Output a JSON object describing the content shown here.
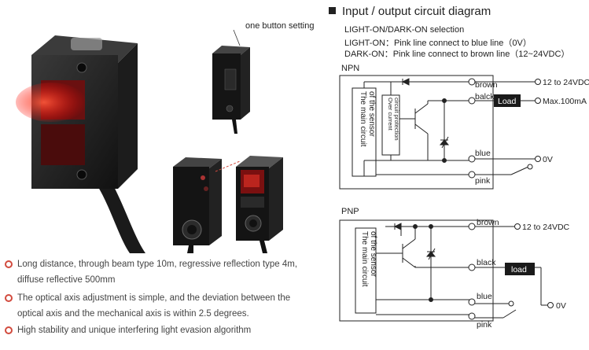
{
  "callout": {
    "label": "one button setting"
  },
  "features": [
    "Long distance, through beam type 10m, regressive reflection type 4m,",
    "diffuse reflective 500mm",
    "The optical axis adjustment is simple, and the deviation between the",
    "optical axis and the mechanical axis is within 2.5 degrees.",
    "High stability and unique interfering light evasion algorithm"
  ],
  "diagram": {
    "title": "Input / output circuit diagram",
    "lines": [
      "LIGHT-ON/DARK-ON selection",
      "LIGHT-ON：Pink line connect to blue line（0V）",
      "DARK-ON：Pink line connect to brown line（12~24VDC）"
    ],
    "npn": {
      "label": "NPN",
      "main_circuit": [
        "The main circuit",
        "of the sensor"
      ],
      "protection": [
        "Over current",
        "circuit protection"
      ],
      "wires": {
        "brown": "brown",
        "black": "balck",
        "blue": "blue",
        "pink": "pink"
      },
      "load": "Load",
      "v_supply": "12 to 24VDC",
      "current": "Max.100mA",
      "v_zero": "0V"
    },
    "pnp": {
      "label": "PNP",
      "main_circuit": [
        "The main circuit",
        "of the sensor"
      ],
      "wires": {
        "brown": "brown",
        "black": "black",
        "blue": "blue",
        "pink": "pink"
      },
      "load": "load",
      "v_supply": "12 to 24VDC",
      "v_zero": "0V"
    }
  }
}
